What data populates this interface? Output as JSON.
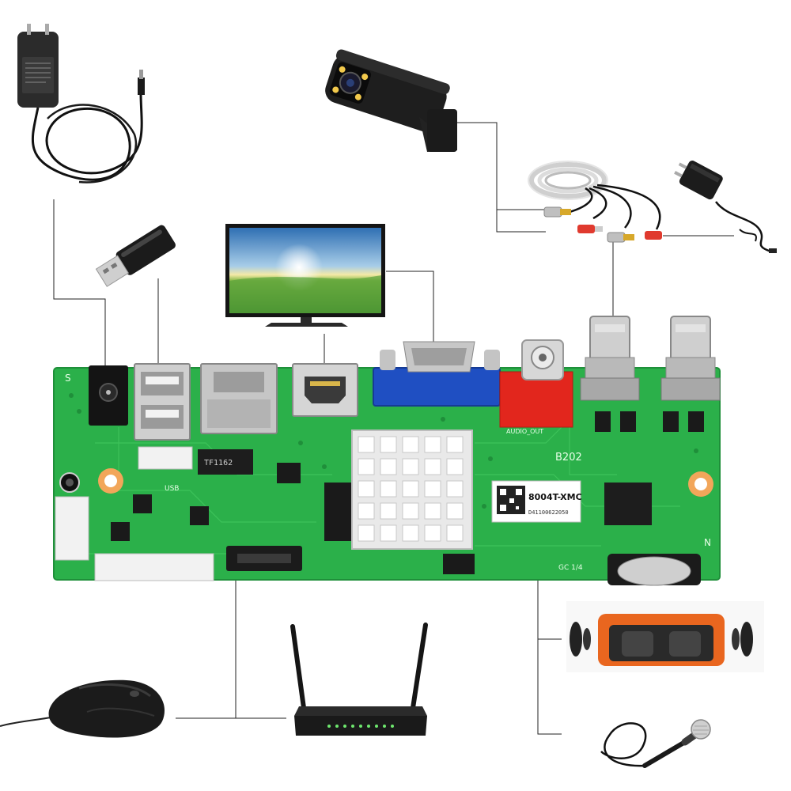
{
  "board": {
    "model_label": "8004T-XMC",
    "serial_label": "D41100622050",
    "revision_label": "B202",
    "chip_label": "TF1162",
    "silkscreen": {
      "usb": "USB",
      "audio_out": "AUDIO_OUT",
      "s_mark": "S",
      "n_mark": "N",
      "gc": "GC 1/4"
    }
  },
  "colors": {
    "pcb": "#2bb04a",
    "pcb_dark": "#1f8f3a",
    "vga_blue": "#1f4fc2",
    "rca_red": "#e2261d",
    "heatsink": "#e9e9e9",
    "wire": "#222222"
  },
  "peripherals": [
    {
      "name": "power-adapter",
      "icon": "power-adapter-icon"
    },
    {
      "name": "usb-flash-drive",
      "icon": "usb-drive-icon"
    },
    {
      "name": "monitor",
      "icon": "tv-monitor-icon"
    },
    {
      "name": "cctv-camera",
      "icon": "bullet-camera-icon"
    },
    {
      "name": "bnc-cable",
      "icon": "coax-cable-icon"
    },
    {
      "name": "camera-power-adapter",
      "icon": "small-adapter-icon"
    },
    {
      "name": "speaker",
      "icon": "speaker-icon"
    },
    {
      "name": "microphone",
      "icon": "microphone-icon"
    },
    {
      "name": "router",
      "icon": "router-icon"
    },
    {
      "name": "mouse",
      "icon": "mouse-icon"
    }
  ]
}
